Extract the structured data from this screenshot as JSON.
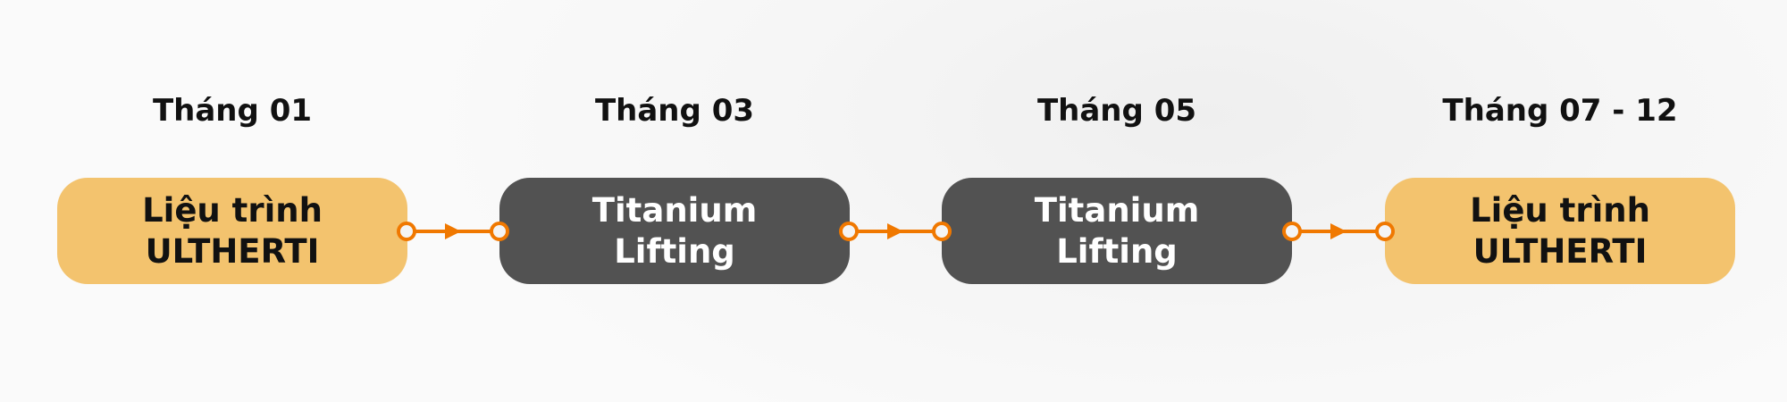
{
  "colors": {
    "highlight": "#f3c36e",
    "dark": "#525252",
    "connector": "#f07800"
  },
  "steps": [
    {
      "period": "Tháng 01",
      "line1": "Liệu trình",
      "line2": "ULTHERTI",
      "style": "highlight"
    },
    {
      "period": "Tháng 03",
      "line1": "Titanium",
      "line2": "Lifting",
      "style": "dark"
    },
    {
      "period": "Tháng 05",
      "line1": "Titanium",
      "line2": "Lifting",
      "style": "dark"
    },
    {
      "period": "Tháng 07 - 12",
      "line1": "Liệu trình",
      "line2": "ULTHERTI",
      "style": "highlight"
    }
  ]
}
